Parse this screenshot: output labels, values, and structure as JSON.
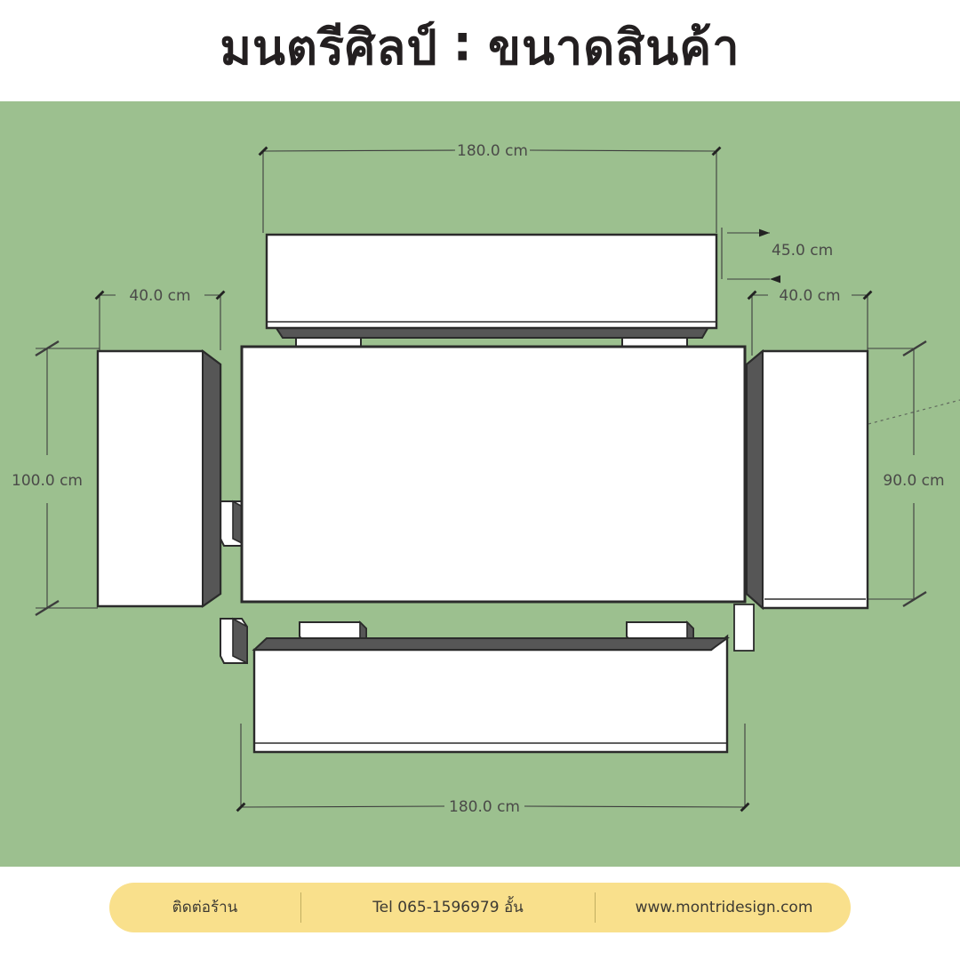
{
  "title": "มนตรีศิลป์ ∶ ขนาดสินค้า",
  "colors": {
    "canvas_green": "#9cc08f",
    "footer_yellow": "#f9e08c",
    "outline_dark": "#2b2b2b",
    "shade_gray": "#565656",
    "furniture_white": "#ffffff",
    "dim_text": "#4a4a48"
  },
  "drawing": {
    "caption": "Top-view dimensioned drawing of a table with four benches",
    "dimensions": {
      "top_width": "180.0 cm",
      "bench_depth_top": "45.0 cm",
      "left_bench_width": "40.0 cm",
      "right_bench_width": "40.0 cm",
      "overall_height_left": "100.0 cm",
      "table_height_right": "90.0 cm",
      "bottom_width": "180.0 cm"
    },
    "parts": {
      "table": "center-table",
      "bench_top": "top-bench",
      "bench_bottom": "bottom-bench",
      "bench_left": "left-bench",
      "bench_right": "right-bench"
    }
  },
  "footer": {
    "contact_label": "ติดต่อร้าน",
    "phone": "Tel 065-1596979 อั้น",
    "website": "www.montridesign.com"
  }
}
